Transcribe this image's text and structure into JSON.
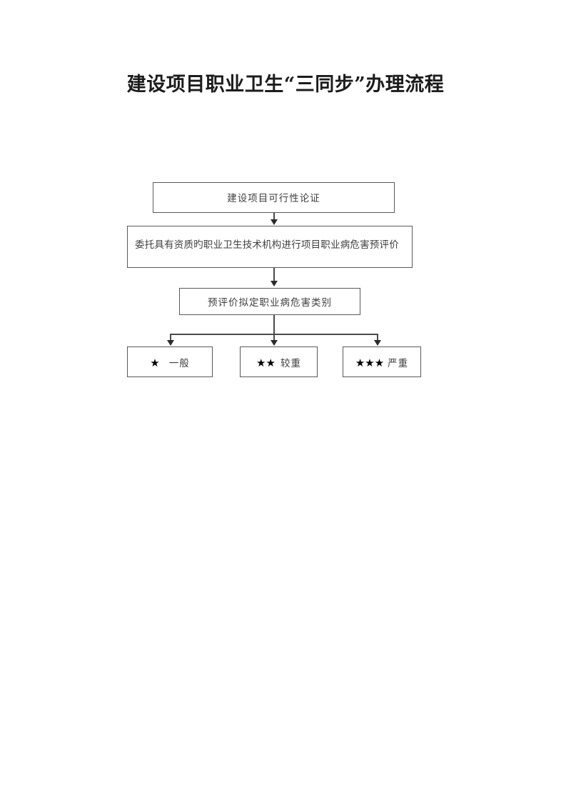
{
  "document": {
    "title": "建设项目职业卫生“三同步”办理流程",
    "page_background": "#ffffff",
    "text_color": "#3f3f3f",
    "border_color": "#595959"
  },
  "flowchart": {
    "type": "flowchart",
    "orientation": "top-down",
    "nodes": [
      {
        "id": "feasibility",
        "text": "建设项目可行性论证"
      },
      {
        "id": "commission",
        "text": "委托具有资质旳职业卫生技术机构进行项目职业病危害预评价"
      },
      {
        "id": "category",
        "text": "预评价拟定职业病危害类别"
      }
    ],
    "levels": [
      {
        "id": "general",
        "stars": "★",
        "star_count": 1,
        "label": "一般"
      },
      {
        "id": "moderate",
        "stars": "★★",
        "star_count": 2,
        "label": "较重"
      },
      {
        "id": "severe",
        "stars": "★★★",
        "star_count": 3,
        "label": "严重"
      }
    ],
    "connectors": [
      {
        "id": "feasibility-to-commission",
        "kind": "arrow-down"
      },
      {
        "id": "commission-to-category",
        "kind": "arrow-down"
      },
      {
        "id": "category-to-levels",
        "kind": "split-three-arrows"
      }
    ]
  }
}
